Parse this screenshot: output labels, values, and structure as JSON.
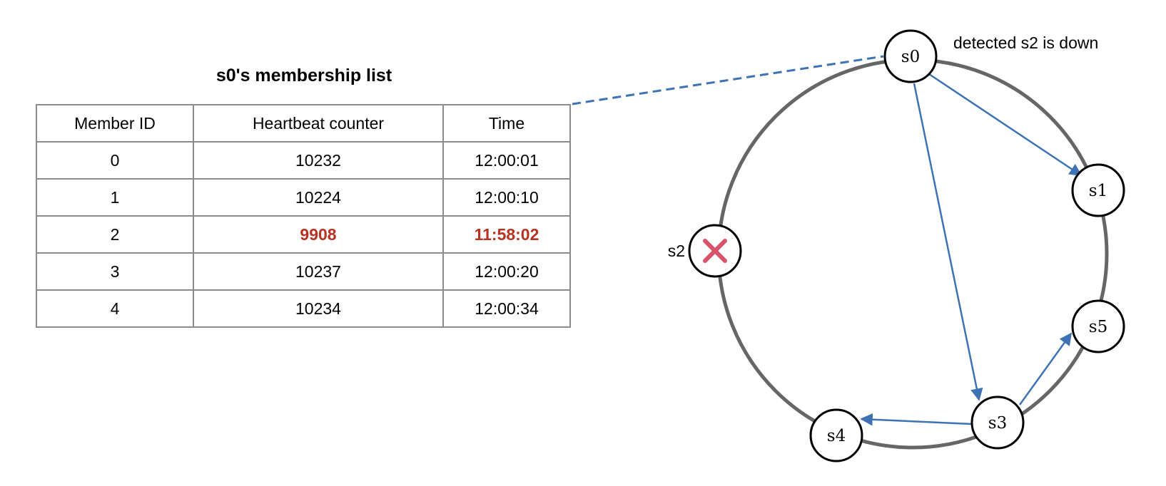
{
  "table": {
    "title": "s0's membership list",
    "headers": [
      "Member ID",
      "Heartbeat counter",
      "Time"
    ],
    "rows": [
      {
        "id": "0",
        "heartbeat": "10232",
        "time": "12:00:01",
        "down": false
      },
      {
        "id": "1",
        "heartbeat": "10224",
        "time": "12:00:10",
        "down": false
      },
      {
        "id": "2",
        "heartbeat": "9908",
        "time": "11:58:02",
        "down": true
      },
      {
        "id": "3",
        "heartbeat": "10237",
        "time": "12:00:20",
        "down": false
      },
      {
        "id": "4",
        "heartbeat": "10234",
        "time": "12:00:34",
        "down": false
      }
    ],
    "down_color": "#b83222"
  },
  "ring": {
    "annotation": "detected s2 is down",
    "nodes": {
      "s0": {
        "label": "s0"
      },
      "s1": {
        "label": "s1"
      },
      "s2": {
        "label": "s2",
        "status": "down"
      },
      "s3": {
        "label": "s3"
      },
      "s4": {
        "label": "s4"
      },
      "s5": {
        "label": "s5"
      }
    },
    "edges": [
      {
        "from": "s0",
        "to": "s1"
      },
      {
        "from": "s0",
        "to": "s3"
      },
      {
        "from": "s3",
        "to": "s4"
      },
      {
        "from": "s3",
        "to": "s5"
      }
    ],
    "colors": {
      "ring": "#666666",
      "arrow": "#3d72b4",
      "down_mark": "#d9536b"
    }
  }
}
